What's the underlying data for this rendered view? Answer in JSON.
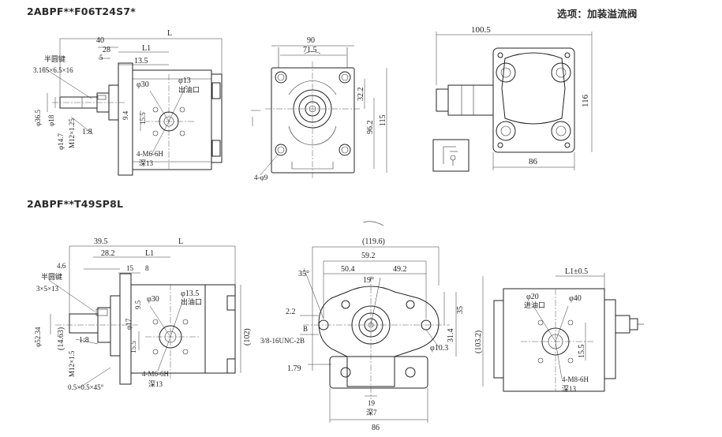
{
  "top": {
    "model": "2ABPF**F06T24S7*",
    "option": "选项：加装溢流阀",
    "side_labels": [
      "40",
      "28",
      "L",
      "L1",
      "5",
      "13.5",
      "半圆键",
      "3.165×6.5×16",
      "φ36.5",
      "φ18",
      "φ14.7",
      "M12×1.25",
      "1:8",
      "φ30",
      "φ13",
      "出油口",
      "9.4",
      "15.5",
      "4-M6-6H",
      "深13"
    ],
    "front_labels": [
      "90",
      "71.5",
      "32.2",
      "96.2",
      "115",
      "4-φ9"
    ],
    "side2_labels": [
      "100.5",
      "116",
      "86"
    ]
  },
  "bottom": {
    "model": "2ABPF**T49SP8L",
    "side_labels": [
      "39.5",
      "L",
      "28.2",
      "L1",
      "4.6",
      "15",
      "8",
      "半圆键",
      "3×5×13",
      "φ52.34",
      "(14.63)",
      "1:8",
      "M12×1.5",
      "0.5×0.5×45°",
      "φ30",
      "φ13.5",
      "出油口",
      "φ17",
      "9.5",
      "15.5",
      "(102)",
      "4-M6-6H",
      "深13"
    ],
    "front_labels": [
      "(119.6)",
      "59.2",
      "50.4",
      "49.2",
      "35°",
      "19°",
      "2.2",
      "B",
      "3/8-16UNC-2B",
      "1.79",
      "35",
      "31.4",
      "(103.2)",
      "φ10.3",
      "19",
      "深7",
      "86"
    ],
    "back_labels": [
      "L1±0.5",
      "φ20",
      "进油口",
      "φ40",
      "15.5",
      "4-M8-6H",
      "深13"
    ]
  }
}
